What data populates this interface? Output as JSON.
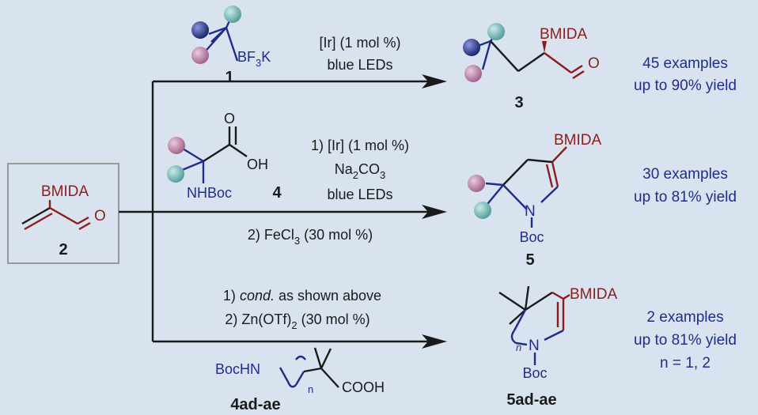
{
  "colors": {
    "background": "#d9e3f0",
    "bond": "#1a1a1a",
    "navy": "#1f2d8a",
    "maroon": "#8c1d1d",
    "teal": "#5aa7a4",
    "pink": "#b4799f",
    "blueBall": "#20307a",
    "box": "#999999"
  },
  "reagent_bmida": "BMIDA",
  "compound_2": "2",
  "reaction1": {
    "reagent_number": "1",
    "reagent_bf": "BF",
    "reagent_bf_sub": "3",
    "reagent_bf_k": "K",
    "condition_1": "[Ir] (1 mol %)",
    "condition_2": "blue LEDs",
    "product_bmida": "BMIDA",
    "product_number": "3",
    "result_1": "45 examples",
    "result_2": "up to 90% yield"
  },
  "reaction2": {
    "reagent_oh": "OH",
    "reagent_nhboc": "NHBoc",
    "reagent_o": "O",
    "reagent_number": "4",
    "step1_1": "1) [Ir] (1 mol %)",
    "step1_2": "Na",
    "step1_2_sub": "2",
    "step1_2_tail": "CO",
    "step1_2_sub2": "3",
    "step1_3": "blue LEDs",
    "step2": "2) FeCl",
    "step2_sub": "3",
    "step2_tail": " (30 mol %)",
    "product_bmida": "BMIDA",
    "product_n": "N",
    "product_boc": "Boc",
    "product_number": "5",
    "result_1": "30 examples",
    "result_2": "up to 81% yield"
  },
  "reaction3": {
    "step1_prefix": "1) ",
    "step1_italic": "cond.",
    "step1_suffix": " as shown above",
    "step2": "2) Zn(OTf)",
    "step2_sub": "2",
    "step2_tail": " (30 mol %)",
    "reagent_bochn": "BocHN",
    "reagent_n": "n",
    "reagent_cooh": "COOH",
    "reagent_number": "4ad-ae",
    "product_bmida": "BMIDA",
    "product_n": "N",
    "product_boc": "Boc",
    "product_sub_n": "n",
    "product_number": "5ad-ae",
    "result_1": "2 examples",
    "result_2": "up to 81% yield",
    "result_3": "n = 1, 2"
  }
}
